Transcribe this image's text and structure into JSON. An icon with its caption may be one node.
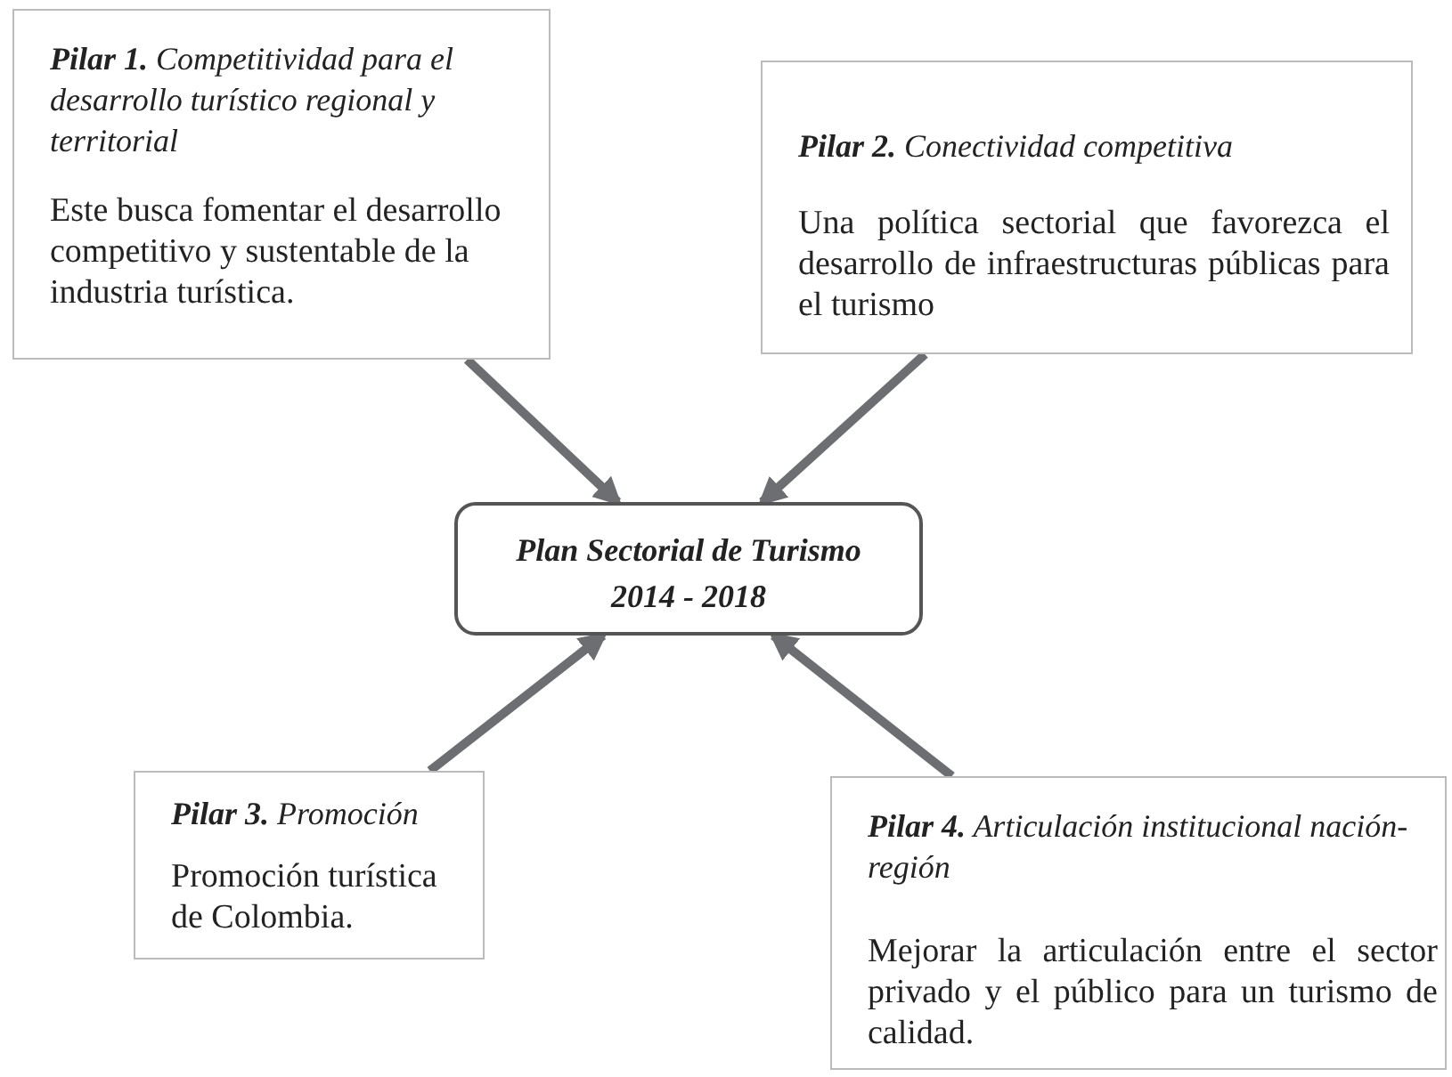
{
  "diagram": {
    "nodes": [
      {
        "text": [
          "**Pilar 1.** Competitividad para el desarrollo turístico regional y territorial",
          "Este busca fomentar el desarrollo competitivo y sustentable de la industria turística."
        ]
      },
      {
        "text": [
          "**Pilar 2.** Conectividad competitiva",
          "Una política sectorial que favorezca el desarrollo de infraestructuras públicas para el turismo"
        ]
      },
      {
        "text": [
          "Plan Sectorial de Turismo 2014 - 2018"
        ]
      },
      {
        "text": [
          "**Pilar 3.** Promoción",
          "Promoción turística de Colombia."
        ]
      },
      {
        "text": [
          "**Pilar 4.** Articulación institucional nación-región",
          "Mejorar la articulación entre el sector privado y el público para un turismo de calidad."
        ]
      }
    ],
    "edges": [
      {
        "from": 0,
        "to": 2,
        "arrow": "to"
      },
      {
        "from": 1,
        "to": 2,
        "arrow": "to"
      },
      {
        "from": 3,
        "to": 2,
        "arrow": "to"
      },
      {
        "from": 4,
        "to": 2,
        "arrow": "to"
      }
    ]
  }
}
